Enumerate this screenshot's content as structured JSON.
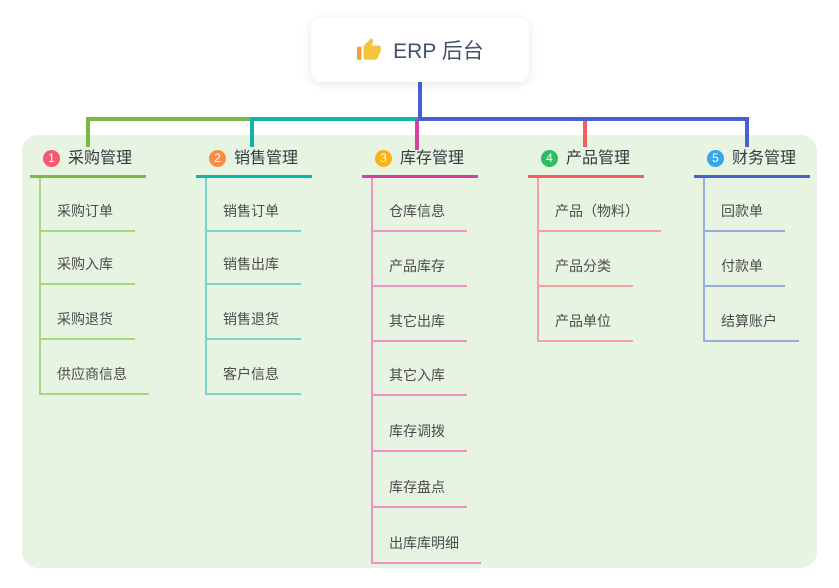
{
  "root": {
    "icon": "thumbs-up-icon",
    "title": "ERP 后台"
  },
  "branches": [
    {
      "num": "1",
      "label": "采购管理",
      "badge_color": "#f65871",
      "line_color": "#7cb843",
      "child_line_color": "#a9d77d",
      "children": [
        "采购订单",
        "采购入库",
        "采购退货",
        "供应商信息"
      ]
    },
    {
      "num": "2",
      "label": "销售管理",
      "badge_color": "#fa8c44",
      "line_color": "#10b3ab",
      "child_line_color": "#7ad3cb",
      "children": [
        "销售订单",
        "销售出库",
        "销售退货",
        "客户信息"
      ]
    },
    {
      "num": "3",
      "label": "库存管理",
      "badge_color": "#fcb116",
      "line_color": "#d6409f",
      "child_line_color": "#f093c7",
      "children": [
        "仓库信息",
        "产品库存",
        "其它出库",
        "其它入库",
        "库存调拨",
        "库存盘点",
        "出库库明细"
      ]
    },
    {
      "num": "4",
      "label": "产品管理",
      "badge_color": "#2dbd62",
      "line_color": "#f35d5d",
      "child_line_color": "#f7a0a0",
      "children": [
        "产品（物料）",
        "产品分类",
        "产品单位"
      ]
    },
    {
      "num": "5",
      "label": "财务管理",
      "badge_color": "#36a6e9",
      "line_color": "#4a5fd0",
      "child_line_color": "#97abdf",
      "children": [
        "回款单",
        "付款单",
        "结算账户"
      ]
    }
  ],
  "colors": {
    "canvas_bg": "#ffffff",
    "panel_bg": "#e7f4e1",
    "root_connector": "#4a5fd0",
    "root_title_text": "#42526e",
    "branch_label_text": "#333a40",
    "child_label_text": "#4c4c4c",
    "thumb_icon": "#f6b93b"
  }
}
